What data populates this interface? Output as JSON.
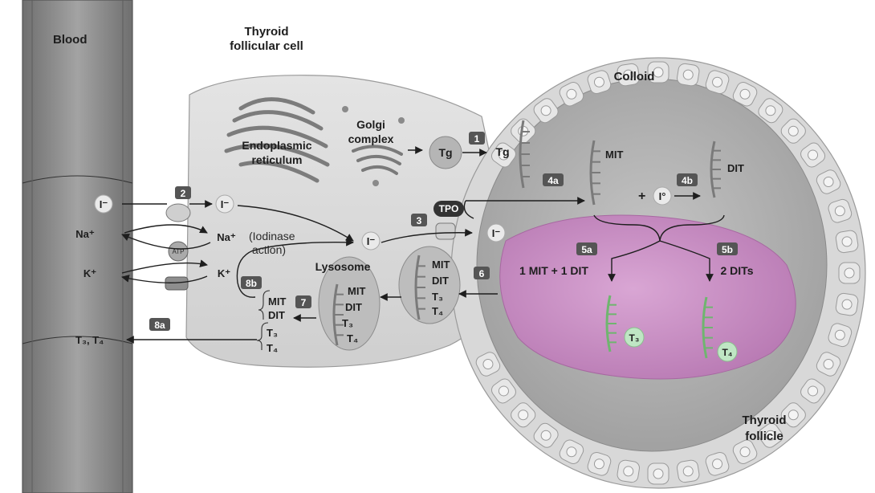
{
  "labels": {
    "blood": "Blood",
    "cell_line1": "Thyroid",
    "cell_line2": "follicular cell",
    "colloid": "Colloid",
    "golgi_line1": "Golgi",
    "golgi_line2": "complex",
    "er_line1": "Endoplasmic",
    "er_line2": "reticulum",
    "tg_cell": "Tg",
    "tg_colloid": "Tg",
    "iodide_blood": "I⁻",
    "iodide_cell": "I⁻",
    "iodide_center": "I⁻",
    "iodide_colloid": "I⁻",
    "na_blood": "Na⁺",
    "na_cell": "Na⁺",
    "k_blood": "K⁺",
    "k_cell": "K⁺",
    "atp": "ATP",
    "tpo": "TPO",
    "iodinase_line1": "(Iodinase",
    "iodinase_line2": "action)",
    "lysosome": "Lysosome",
    "mit": "MIT",
    "dit": "DIT",
    "plus": "+",
    "iodine_zero": "I°",
    "combo_5a": "1 MIT + 1 DIT",
    "combo_5b": "2 DITs",
    "t3": "T₃",
    "t4": "T₄",
    "t3_t4": "T₃, T₄",
    "follicle_line1": "Thyroid",
    "follicle_line2": "follicle"
  },
  "steps": {
    "s1": "1",
    "s2": "2",
    "s3": "3",
    "s4a": "4a",
    "s4b": "4b",
    "s5a": "5a",
    "s5b": "5b",
    "s6": "6",
    "s7": "7",
    "s8a": "8a",
    "s8b": "8b"
  },
  "colors": {
    "vessel": "#8c8c8c",
    "cell": "#d9d9d9",
    "colloid": "#b8b8b8",
    "pink": "#c98fc4",
    "badge": "#555555",
    "chain": "#6fb56f"
  }
}
